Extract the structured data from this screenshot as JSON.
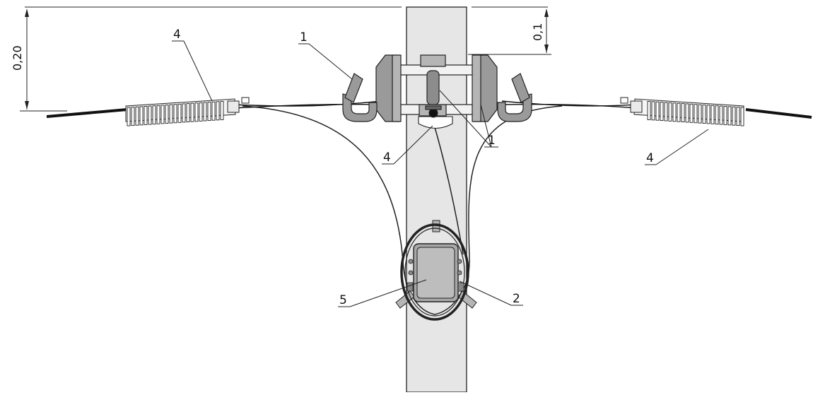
{
  "diagram": {
    "callouts": {
      "clamp_left": "4",
      "bracket_left": "1",
      "brackets_center": "1",
      "clamp_center": "4",
      "clamp_right": "4",
      "box": "5",
      "band": "2"
    },
    "dimensions": {
      "left_height": "0,20",
      "right_height": "0,1"
    }
  }
}
